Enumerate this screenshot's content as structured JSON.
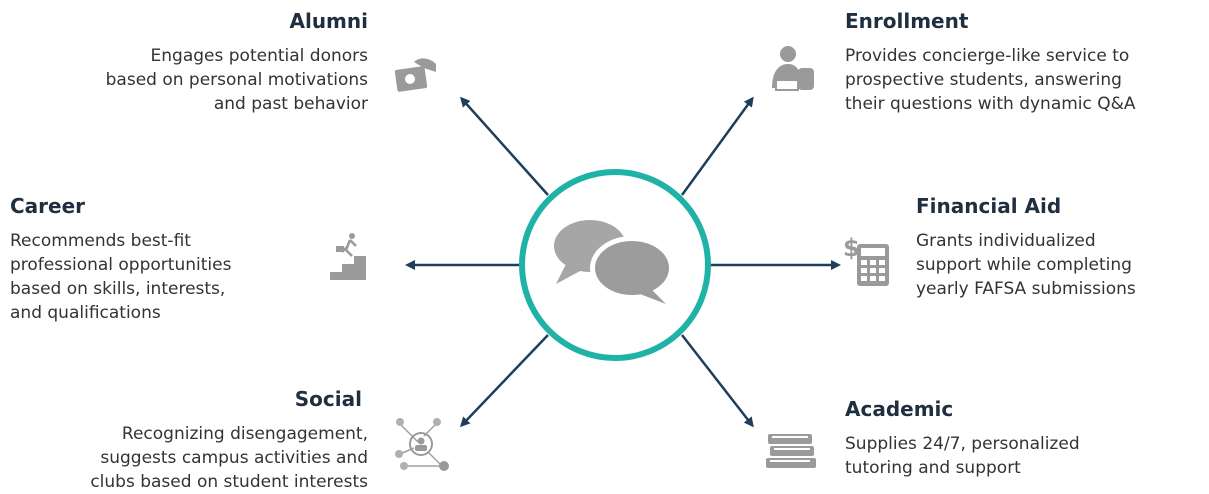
{
  "colors": {
    "arrow": "#1f3d5c",
    "ring": "#1fb2a6",
    "icon": "#9a9a9a",
    "bubble": "#9c9c9c"
  },
  "hub": {
    "icon": "chat-bubbles-icon"
  },
  "nodes": {
    "alumni": {
      "title": "Alumni",
      "desc": "Engages potential donors\nbased on personal motivations\nand past behavior",
      "icon": "money-hand-icon"
    },
    "enrollment": {
      "title": "Enrollment",
      "desc": "Provides concierge-like service to\nprospective students, answering\ntheir questions with dynamic Q&A",
      "icon": "student-backpack-icon"
    },
    "career": {
      "title": "Career",
      "desc": "Recommends best-fit\nprofessional opportunities\nbased on skills, interests,\nand qualifications",
      "icon": "stairs-climb-icon"
    },
    "financial_aid": {
      "title": "Financial Aid",
      "desc": "Grants individualized\nsupport while completing\nyearly FAFSA submissions",
      "icon": "dollar-calculator-icon"
    },
    "social": {
      "title": "Social",
      "desc": "Recognizing disengagement,\nsuggests campus activities and\nclubs based on student interests",
      "icon": "people-network-icon"
    },
    "academic": {
      "title": "Academic",
      "desc": "Supplies 24/7, personalized\ntutoring and support",
      "icon": "books-stack-icon"
    }
  }
}
